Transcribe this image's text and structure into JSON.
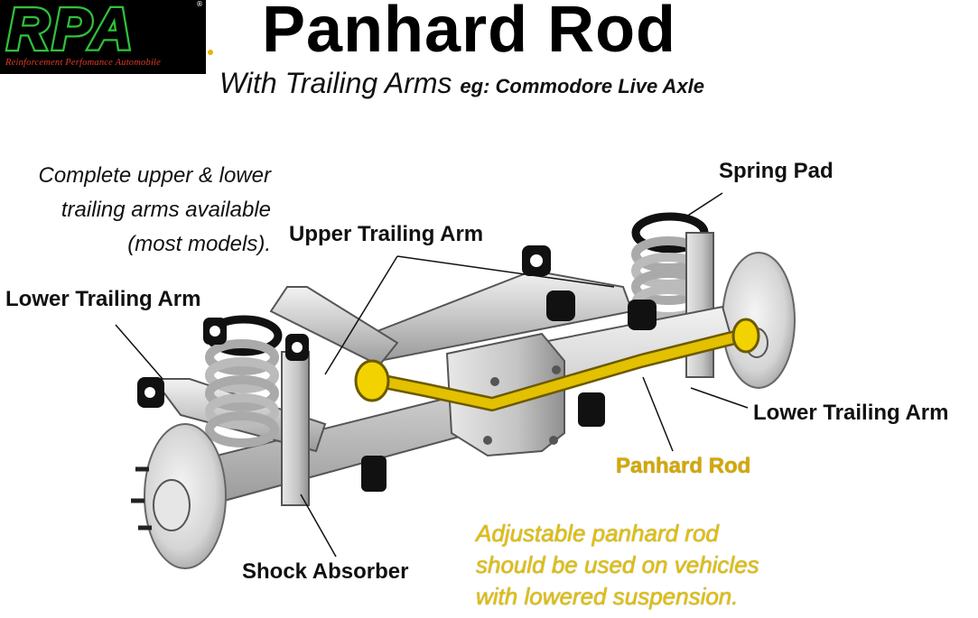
{
  "logo": {
    "letters": "RPA",
    "tagline": "Reinforcement Perfomance Automobile",
    "mark": "®"
  },
  "header": {
    "title": "Panhard Rod",
    "subtitle": "With Trailing Arms",
    "subtitle_eg": "eg: Commodore Live Axle"
  },
  "notes": {
    "arms_available": [
      "Complete upper & lower",
      "trailing arms available",
      "(most models)."
    ],
    "adjustable": [
      "Adjustable panhard rod",
      "should be used on vehicles",
      "with lowered suspension."
    ]
  },
  "labels": {
    "spring_pad": "Spring Pad",
    "upper_trailing_arm": "Upper Trailing Arm",
    "lower_trailing_arm_left": "Lower Trailing Arm",
    "lower_trailing_arm_right": "Lower Trailing Arm",
    "panhard_rod": "Panhard Rod",
    "shock_absorber": "Shock Absorber"
  },
  "colors": {
    "logo_green": "#2fc13a",
    "logo_red": "#e23a2a",
    "panhard_yellow": "#e3c000",
    "metal": "#c9c9c9",
    "bushing": "#111111"
  }
}
